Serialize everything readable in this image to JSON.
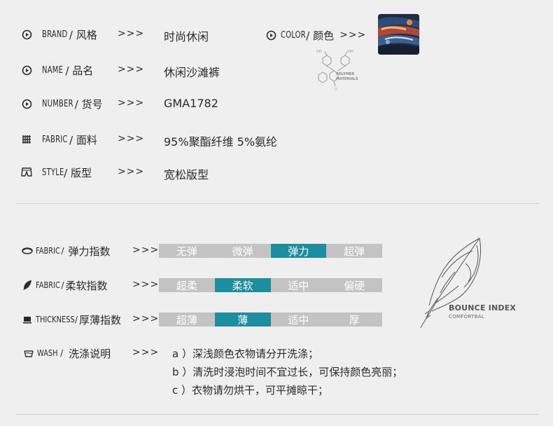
{
  "attributes": [
    {
      "label_en": "BRAND",
      "label_cn": "/ 风格",
      "arrows": ">>>",
      "value": "时尚休闲",
      "icon": "circle-play-icon"
    },
    {
      "label_en": "NAME",
      "label_cn": "/ 品名",
      "arrows": ">>>",
      "value": "休闲沙滩裤",
      "icon": "circle-play-icon"
    },
    {
      "label_en": "NUMBER",
      "label_cn": "/ 货号",
      "arrows": ">>>",
      "value": "GMA1782",
      "icon": "circle-play-icon"
    },
    {
      "label_en": "FABRIC",
      "label_cn": "/ 面料",
      "arrows": ">>>",
      "value": "95%聚酯纤维  5%氨纶",
      "icon": "fabric-grid-icon"
    },
    {
      "label_en": "STYLE",
      "label_cn": "/ 版型",
      "arrows": ">>>",
      "value": "宽松版型",
      "icon": "shorts-icon"
    }
  ],
  "color": {
    "label_en": "COLOR",
    "label_cn": "/ 颜色",
    "arrows": ">>>",
    "icon": "circle-play-icon"
  },
  "polymer_text": [
    "POLYMER",
    "MATERIALS"
  ],
  "indices": [
    {
      "label_en": "FABRIC",
      "label_cn": "弹力指数",
      "arrows": ">>>",
      "icon": "elastic-icon",
      "options": [
        "无弹",
        "微弹",
        "弹力",
        "超弹"
      ],
      "active": 2
    },
    {
      "label_en": "FABRIC",
      "label_cn": "柔软指数",
      "arrows": ">>>",
      "icon": "feather-small-icon",
      "options": [
        "超柔",
        "柔软",
        "适中",
        "偏硬"
      ],
      "active": 1
    },
    {
      "label_en": "THICKNESS",
      "label_cn": "厚薄指数",
      "arrows": ">>>",
      "icon": "thickness-icon",
      "options": [
        "超薄",
        "薄",
        "适中",
        "厚"
      ],
      "active": 1
    }
  ],
  "wash": {
    "label_en": "WASH",
    "label_cn": "洗涤说明",
    "arrows": ">>>",
    "icon": "wash-basin-icon",
    "lines": [
      "a ）深浅颜色衣物请分开洗涤；",
      "b ）清洗时浸泡时间不宜过长，可保持颜色亮丽；",
      "c ）衣物请勿烘干，可平摊晾干；"
    ]
  },
  "bounce": {
    "title": "BOUNCE INDEX",
    "subtitle": "COMFORTBAL"
  },
  "colors": {
    "accent": "#1b8ea0",
    "inactive": "#c3c3c3",
    "background": "#efefef"
  }
}
